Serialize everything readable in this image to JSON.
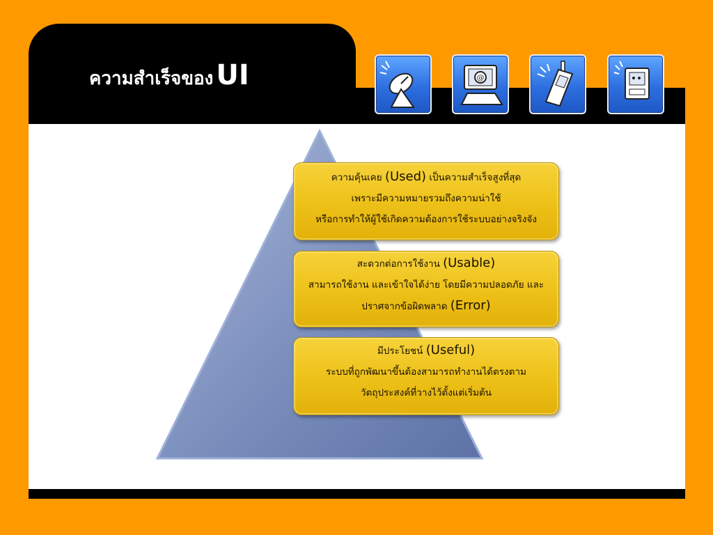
{
  "slide": {
    "title": "ความสำเร็จของ",
    "title_suffix": "UI"
  },
  "icons": [
    "satellite-dish-icon",
    "computer-email-icon",
    "mobile-phone-icon",
    "handheld-device-icon"
  ],
  "colors": {
    "background": "#ff9900",
    "header": "#000000",
    "pyramid": "#7b8fbd",
    "box": "#eec21a",
    "icon_tile": "#2d6fe0"
  },
  "levels": [
    {
      "lines": [
        {
          "th": "ความคุ้นเคย ",
          "en": "(Used)",
          "th2": " เป็นความสำเร็จสูงที่สุด"
        },
        {
          "th": "เพราะมีความหมายรวมถึงความน่าใช้"
        },
        {
          "th": "หรือการทำให้ผู้ใช้เกิดความต้องการใช้ระบบอย่างจริงจัง"
        }
      ]
    },
    {
      "lines": [
        {
          "th": "สะดวกต่อการใช้งาน ",
          "en": "(Usable)"
        },
        {
          "th": "สามารถใช้งาน และเข้าใจได้ง่าย โดยมีความปลอดภัย และ"
        },
        {
          "th": "ปราศจากข้อผิดพลาด ",
          "en": "(Error)"
        }
      ]
    },
    {
      "lines": [
        {
          "th": "มีประโยชน์ ",
          "en": "(Useful)"
        },
        {
          "th": "ระบบที่ถูกพัฒนาขึ้นต้องสามารถทำงานได้ตรงตาม"
        },
        {
          "th": "วัตถุประสงค์ที่วางไว้ตั้งแต่เริ่มต้น"
        }
      ]
    }
  ]
}
